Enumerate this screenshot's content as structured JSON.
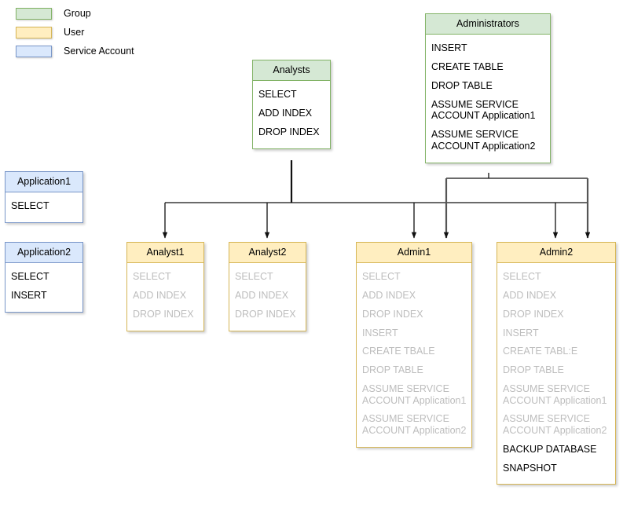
{
  "legend": {
    "items": [
      {
        "label": "Group",
        "swatch": "group-swatch",
        "color": "#d5e8d4"
      },
      {
        "label": "User",
        "swatch": "user-swatch",
        "color": "#ffeec0"
      },
      {
        "label": "Service Account",
        "swatch": "service-swatch",
        "color": "#dae8fc"
      }
    ]
  },
  "nodes": {
    "analysts": {
      "title": "Analysts",
      "kind": "group",
      "permissions": [
        {
          "text": "SELECT",
          "inherited": false
        },
        {
          "text": "ADD INDEX",
          "inherited": false
        },
        {
          "text": "DROP INDEX",
          "inherited": false
        }
      ]
    },
    "administrators": {
      "title": "Administrators",
      "kind": "group",
      "permissions": [
        {
          "text": "INSERT",
          "inherited": false
        },
        {
          "text": "CREATE TABLE",
          "inherited": false
        },
        {
          "text": "DROP TABLE",
          "inherited": false
        },
        {
          "text": "ASSUME SERVICE\nACCOUNT Application1",
          "inherited": false
        },
        {
          "text": "ASSUME SERVICE\nACCOUNT Application2",
          "inherited": false
        }
      ]
    },
    "application1": {
      "title": "Application1",
      "kind": "service",
      "permissions": [
        {
          "text": "SELECT",
          "inherited": false
        }
      ]
    },
    "application2": {
      "title": "Application2",
      "kind": "service",
      "permissions": [
        {
          "text": "SELECT",
          "inherited": false
        },
        {
          "text": "INSERT",
          "inherited": false
        }
      ]
    },
    "analyst1": {
      "title": "Analyst1",
      "kind": "user",
      "permissions": [
        {
          "text": "SELECT",
          "inherited": true
        },
        {
          "text": "ADD INDEX",
          "inherited": true
        },
        {
          "text": "DROP INDEX",
          "inherited": true
        }
      ]
    },
    "analyst2": {
      "title": "Analyst2",
      "kind": "user",
      "permissions": [
        {
          "text": "SELECT",
          "inherited": true
        },
        {
          "text": "ADD INDEX",
          "inherited": true
        },
        {
          "text": "DROP INDEX",
          "inherited": true
        }
      ]
    },
    "admin1": {
      "title": "Admin1",
      "kind": "user",
      "permissions": [
        {
          "text": "SELECT",
          "inherited": true
        },
        {
          "text": "ADD INDEX",
          "inherited": true
        },
        {
          "text": "DROP INDEX",
          "inherited": true
        },
        {
          "text": "INSERT",
          "inherited": true
        },
        {
          "text": "CREATE TBALE",
          "inherited": true
        },
        {
          "text": "DROP TABLE",
          "inherited": true
        },
        {
          "text": "ASSUME SERVICE\nACCOUNT Application1",
          "inherited": true
        },
        {
          "text": "ASSUME SERVICE\nACCOUNT Application2",
          "inherited": true
        }
      ]
    },
    "admin2": {
      "title": "Admin2",
      "kind": "user",
      "permissions": [
        {
          "text": "SELECT",
          "inherited": true
        },
        {
          "text": "ADD INDEX",
          "inherited": true
        },
        {
          "text": "DROP INDEX",
          "inherited": true
        },
        {
          "text": "INSERT",
          "inherited": true
        },
        {
          "text": "CREATE TABL:E",
          "inherited": true
        },
        {
          "text": "DROP TABLE",
          "inherited": true
        },
        {
          "text": "ASSUME SERVICE\nACCOUNT Application1",
          "inherited": true
        },
        {
          "text": "ASSUME SERVICE\nACCOUNT Application2",
          "inherited": true
        },
        {
          "text": "BACKUP DATABASE",
          "inherited": false
        },
        {
          "text": "SNAPSHOT",
          "inherited": false
        }
      ]
    }
  },
  "edges": [
    {
      "from": "analysts",
      "to": "analyst1"
    },
    {
      "from": "analysts",
      "to": "analyst2"
    },
    {
      "from": "analysts",
      "to": "admin1"
    },
    {
      "from": "analysts",
      "to": "admin2"
    },
    {
      "from": "administrators",
      "to": "admin1"
    },
    {
      "from": "administrators",
      "to": "admin2"
    }
  ]
}
